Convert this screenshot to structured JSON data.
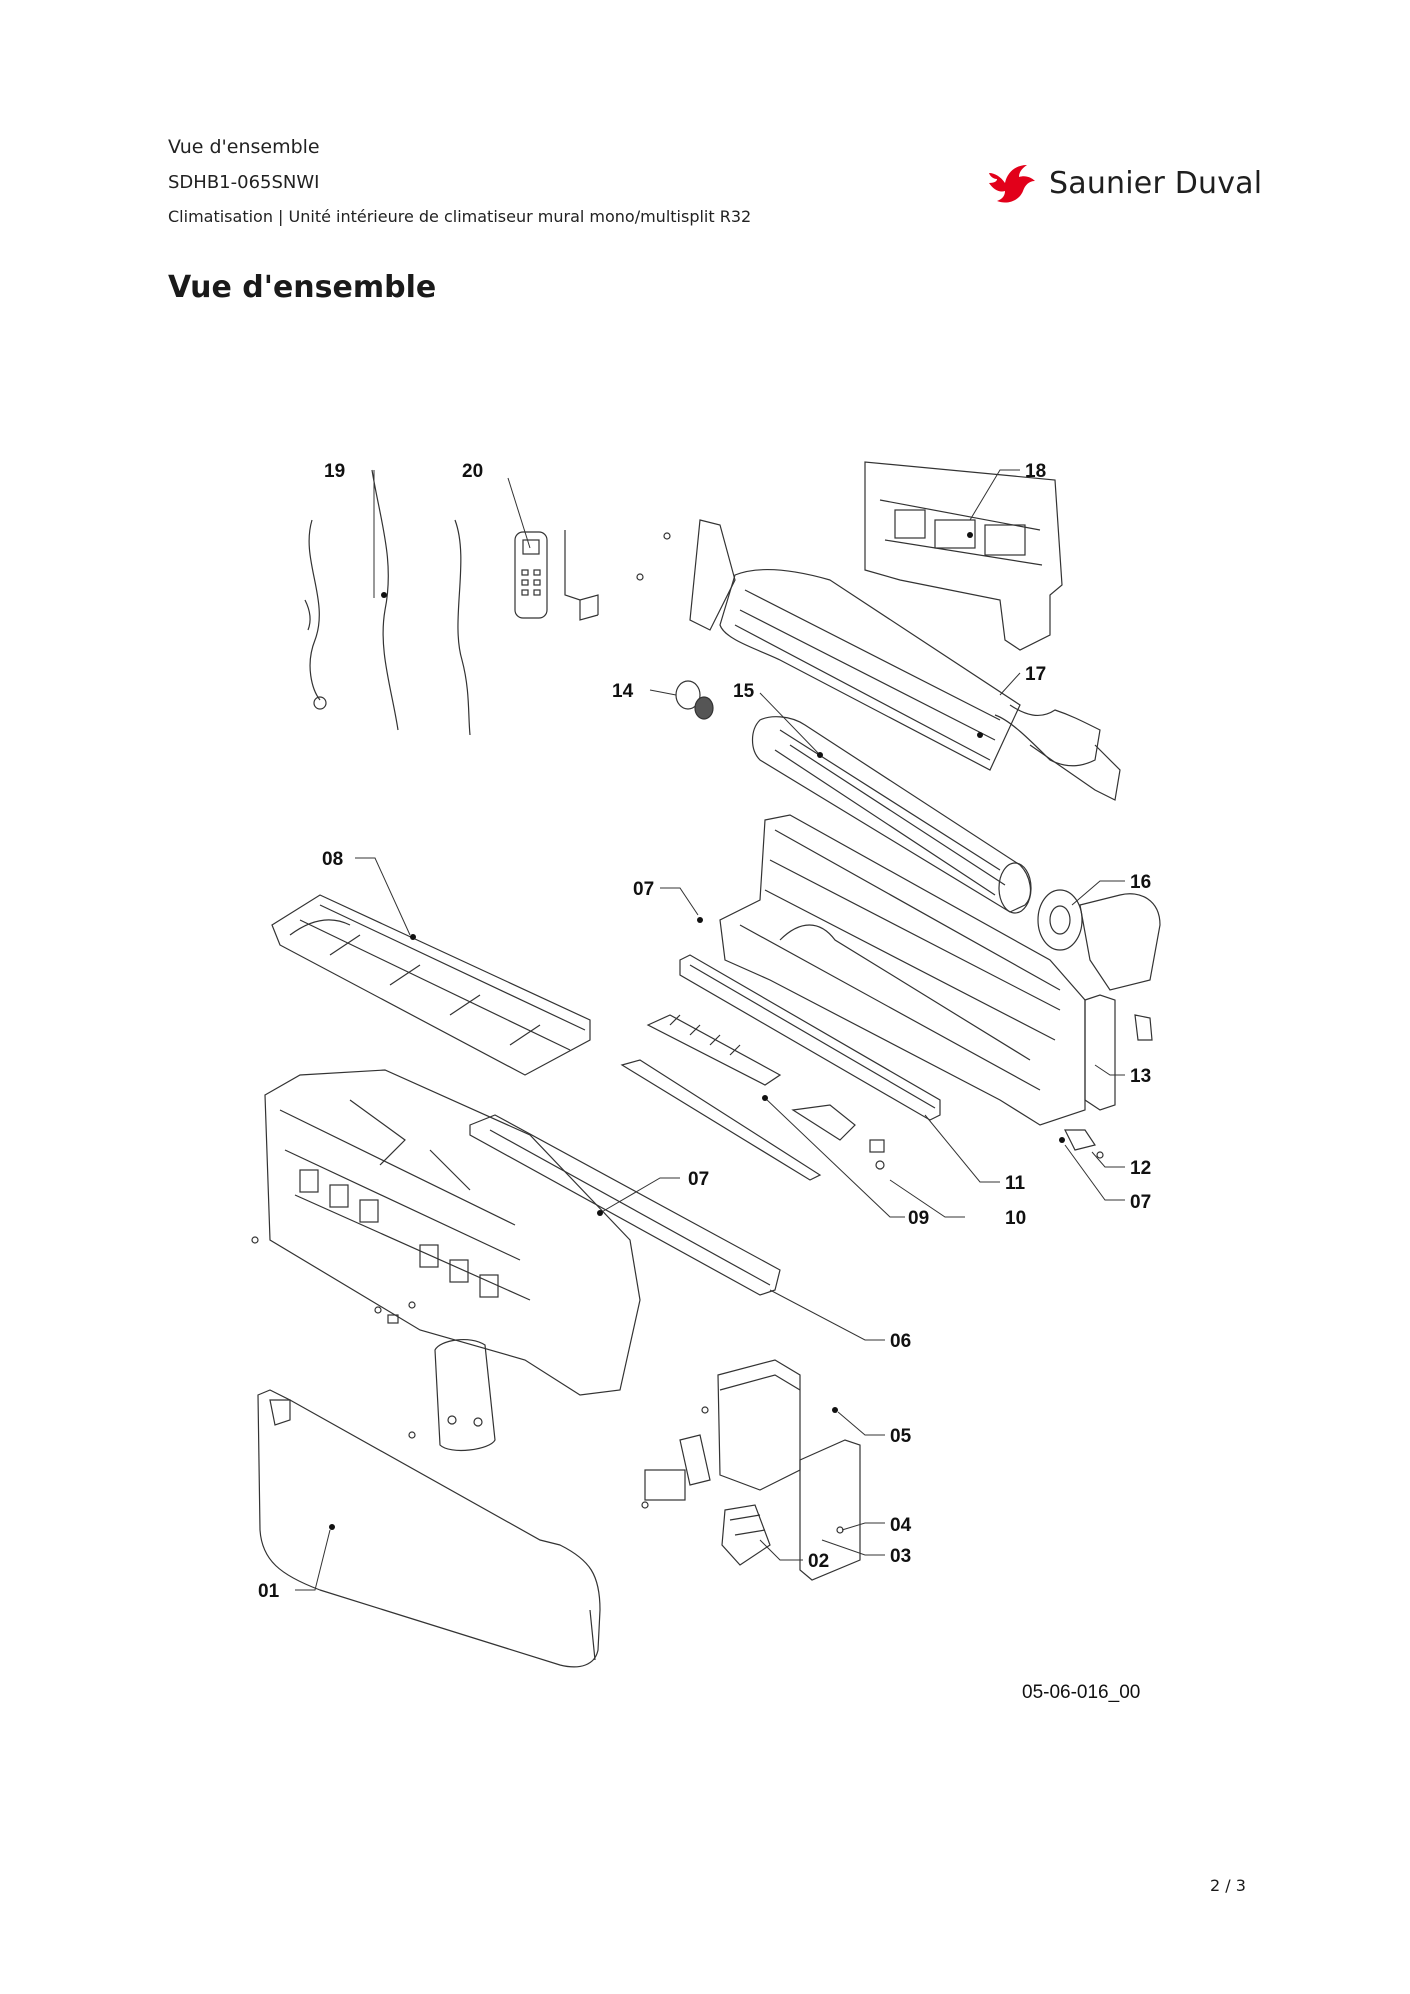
{
  "header": {
    "title": "Vue d'ensemble",
    "model": "SDHB1-065SNWI",
    "category": "Climatisation | Unité intérieure de climatiseur mural mono/multisplit R32"
  },
  "brand": {
    "name": "Saunier Duval",
    "logo_icon": "red-bird-logo-icon",
    "color": "#e2001a"
  },
  "section": {
    "heading": "Vue d'ensemble"
  },
  "diagram": {
    "reference_code": "05-06-016_00",
    "callouts": {
      "c19": "19",
      "c20": "20",
      "c18": "18",
      "c17": "17",
      "c14": "14",
      "c15": "15",
      "c08": "08",
      "c07a": "07",
      "c16": "16",
      "c13": "13",
      "c07b": "07",
      "c11": "11",
      "c12": "12",
      "c07c": "07",
      "c09": "09",
      "c10": "10",
      "c06": "06",
      "c05": "05",
      "c04": "04",
      "c03": "03",
      "c02": "02",
      "c01": "01"
    }
  },
  "footer": {
    "page": "2 / 3"
  }
}
